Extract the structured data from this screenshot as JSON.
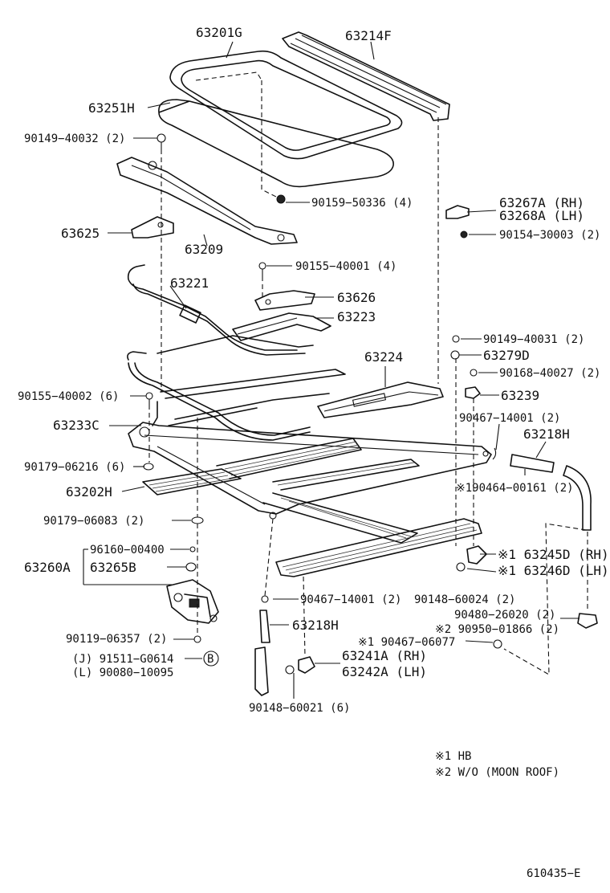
{
  "parts": {
    "p63201G": "63201G",
    "p63214F": "63214F",
    "p63251H": "63251H",
    "p90149_40032": "90149−40032 (2)",
    "p90159_50336": "90159−50336 (4)",
    "p63267A": "63267A (RH)",
    "p63268A": "63268A (LH)",
    "p90154_30003": "90154−30003 (2)",
    "p63625": "63625",
    "p63209": "63209",
    "p90155_40001": "90155−40001 (4)",
    "p63221": "63221",
    "p63626": "63626",
    "p63223": "63223",
    "p90149_40031": "90149−40031 (2)",
    "p63279D": "63279D",
    "p63224": "63224",
    "p90168_40027": "90168−40027 (2)",
    "p90155_40002": "90155−40002 (6)",
    "p63239": "63239",
    "p90467_14001a": "90467−14001 (2)",
    "p63233C": "63233C",
    "p63218H_a": "63218H",
    "p90179_06216": "90179−06216 (6)",
    "p90464_00161": "※190464−00161 (2)",
    "p63202H": "63202H",
    "p90179_06083": "90179−06083 (2)",
    "p96160_00400": "96160−00400",
    "p63245D": "※1 63245D (RH)",
    "p63260A": "63260A",
    "p63265B": "63265B",
    "p63246D": "※1 63246D (LH)",
    "p90148_60024": "90148−60024 (2)",
    "p90467_14001b": "90467−14001 (2)",
    "p90480_26020": "90480−26020 (2)",
    "p63218H_b": "63218H",
    "p90950_01866": "※2 90950−01866 (2)",
    "p90119_06357": "90119−06357 (2)",
    "p90467_06077": "※1 90467−06077",
    "p91511": "(J)  91511−G0614",
    "p90080": "(L)  90080−10095",
    "p63241A": "63241A (RH)",
    "p63242A": "63242A (LH)",
    "p90148_60021": "90148−60021 (6)",
    "callout_b": "B"
  },
  "notes": {
    "note1": "※1  HB",
    "note2": "※2  W/O (MOON  ROOF)"
  },
  "diagram_code": "610435−E"
}
